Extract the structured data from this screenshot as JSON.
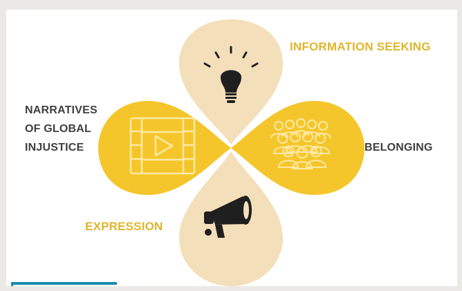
{
  "diagram": {
    "top_petal": {
      "label": "INFORMATION SEEKING",
      "icon": "lightbulb-icon",
      "color": "#f3dfb9"
    },
    "right_petal": {
      "label": "BELONGING",
      "icon": "crowd-icon",
      "color": "#f4c62b"
    },
    "left_petal": {
      "label_lines": [
        "NARRATIVES",
        "OF GLOBAL",
        "INJUSTICE"
      ],
      "icon": "film-play-icon",
      "color": "#f4c62b"
    },
    "bottom_petal": {
      "label": "EXPRESSION",
      "icon": "megaphone-icon",
      "color": "#f3dfb9"
    },
    "accent_text_color": "#e0b52c",
    "dark_text_color": "#3f3f3f"
  }
}
